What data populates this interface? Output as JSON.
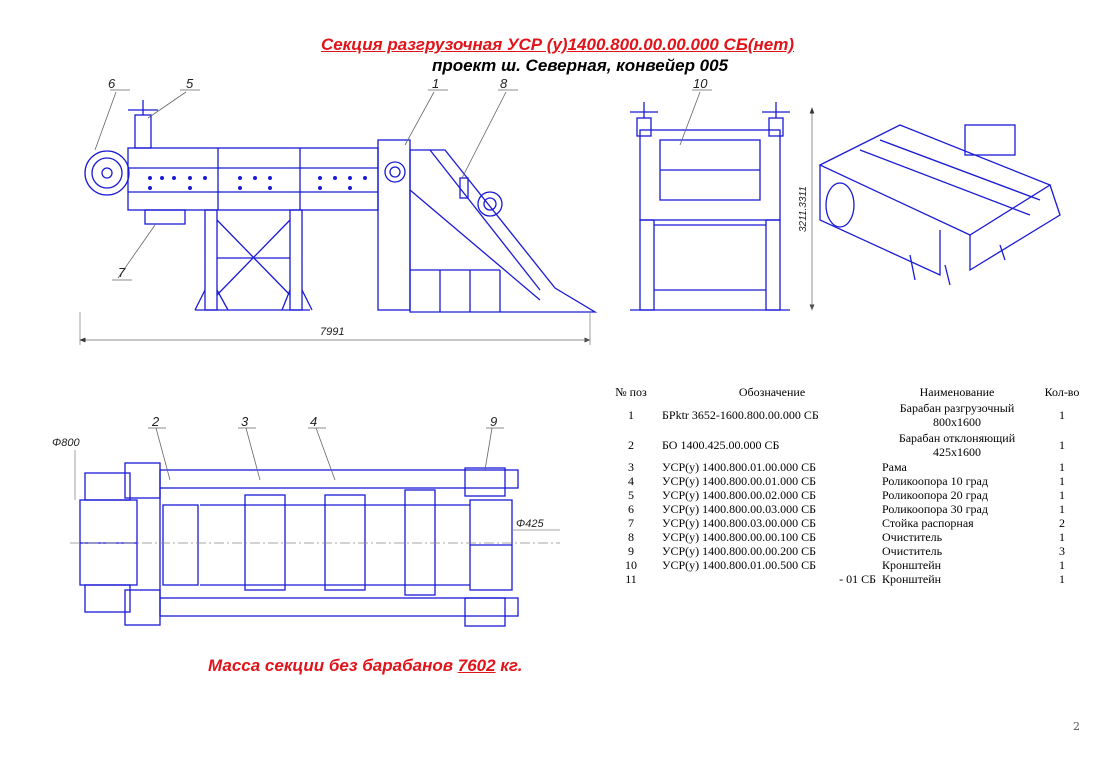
{
  "title": {
    "line1": "Секция разгрузочная УСР (у)1400.800.00.00.000 СБ(нет)",
    "line2": "проект ш. Северная, конвейер 005"
  },
  "drawing": {
    "callouts_side": [
      "6",
      "5",
      "1",
      "8",
      "7"
    ],
    "callout_front": "10",
    "dim_length": "7991",
    "dim_height": "3211.3311",
    "callouts_plan": [
      "2",
      "3",
      "4",
      "9"
    ],
    "dim_phi800": "Φ800",
    "dim_phi425": "Φ425",
    "line_color": "#1a1ad6"
  },
  "table": {
    "headers": [
      "№ поз",
      "Обозначение",
      "Наименование",
      "Кол-во"
    ],
    "rows": [
      {
        "pos": "1",
        "designation": "БPktr 3652-1600.800.00.000 СБ",
        "name": "Барабан разгрузочный 800х1600",
        "qty": "1"
      },
      {
        "pos": "2",
        "designation": "БО 1400.425.00.000 СБ",
        "name": "Барабан отклоняющий 425х1600",
        "qty": "1"
      },
      {
        "pos": "3",
        "designation": "УСР(у) 1400.800.01.00.000 СБ",
        "name": "Рама",
        "qty": "1"
      },
      {
        "pos": "4",
        "designation": "УСР(у) 1400.800.00.01.000 СБ",
        "name": "Роликоопора 10 град",
        "qty": "1"
      },
      {
        "pos": "5",
        "designation": "УСР(у) 1400.800.00.02.000 СБ",
        "name": "Роликоопора 20 град",
        "qty": "1"
      },
      {
        "pos": "6",
        "designation": "УСР(у) 1400.800.00.03.000 СБ",
        "name": "Роликоопора 30 град",
        "qty": "1"
      },
      {
        "pos": "7",
        "designation": "УСР(у) 1400.800.03.00.000 СБ",
        "name": "Стойка распорная",
        "qty": "2"
      },
      {
        "pos": "8",
        "designation": "УСР(у) 1400.800.00.00.100 СБ",
        "name": "Очиститель",
        "qty": "1"
      },
      {
        "pos": "9",
        "designation": "УСР(у) 1400.800.00.00.200 СБ",
        "name": "Очиститель",
        "qty": "3"
      },
      {
        "pos": "10",
        "designation": "УСР(у) 1400.800.01.00.500 СБ",
        "name": "Кронштейн",
        "qty": "1"
      },
      {
        "pos": "11",
        "designation": "- 01 СБ",
        "name": "Кронштейн",
        "qty": "1"
      }
    ]
  },
  "mass": {
    "prefix": "Масса секции без барабанов ",
    "value": "7602",
    "suffix": " кг."
  },
  "page_number": "2"
}
